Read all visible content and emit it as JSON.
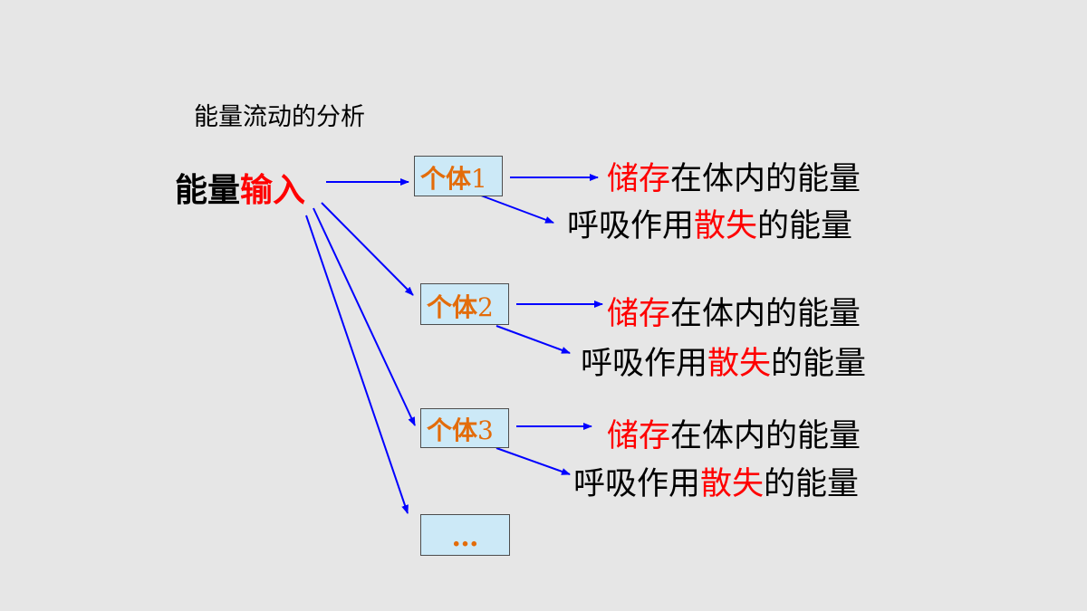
{
  "title": "能量流动的分析",
  "input": {
    "part1": "能量",
    "part2": "输入"
  },
  "individuals": [
    {
      "name": "个体",
      "number": "1"
    },
    {
      "name": "个体",
      "number": "2"
    },
    {
      "name": "个体",
      "number": "3"
    }
  ],
  "ellipsis": "…",
  "storage": {
    "red": "储存",
    "black": "在体内的能量"
  },
  "respiration": {
    "black1": "呼吸作用",
    "red": "散失",
    "black2": "的能量"
  },
  "colors": {
    "background": "#e6e6e6",
    "arrow": "#0000ff",
    "highlight": "#ff0000",
    "box_text": "#e36c0a",
    "box_fill": "#cce9f7"
  }
}
